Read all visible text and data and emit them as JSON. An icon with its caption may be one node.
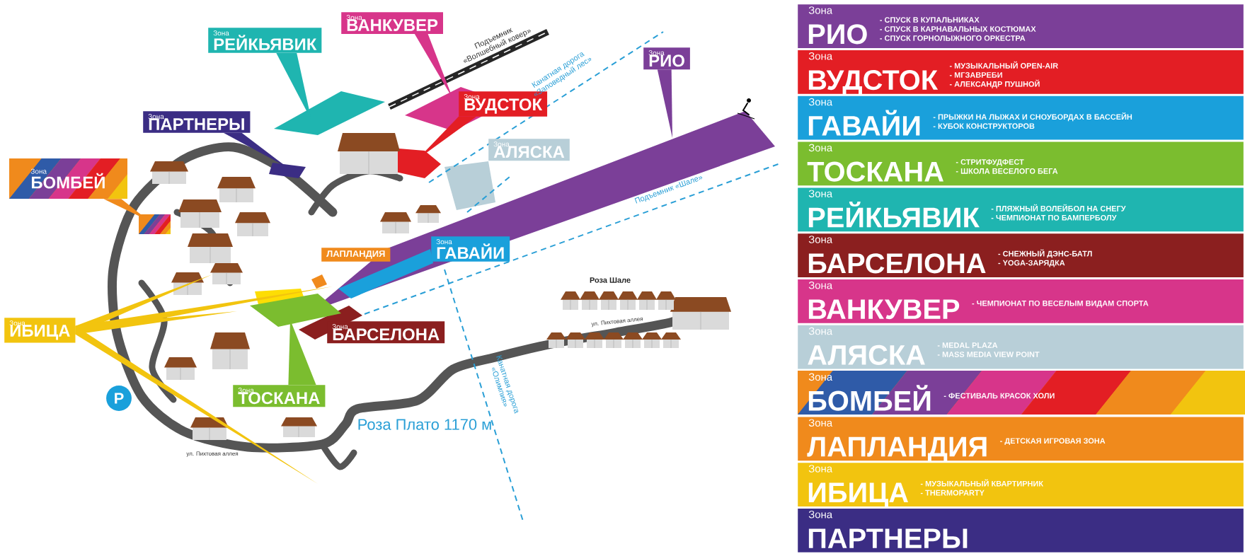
{
  "diagram": {
    "nodes": [
      {
        "text": [
          "Зона",
          "ВАНКУВЕР"
        ]
      },
      {
        "text": [
          "Зона",
          "РЕЙКЬЯВИК"
        ]
      },
      {
        "text": [
          "Зона",
          "РИО"
        ]
      },
      {
        "text": [
          "Зона",
          "ВУДСТОК"
        ]
      },
      {
        "text": [
          "Зона",
          "ПАРТНЕРЫ"
        ]
      },
      {
        "text": [
          "Зона",
          "АЛЯСКА"
        ]
      },
      {
        "text": [
          "Зона",
          "БОМБЕЙ"
        ]
      },
      {
        "text": [
          "Зона",
          "ГАВАЙИ"
        ]
      },
      {
        "text": [
          "ЛАПЛАНДИЯ"
        ]
      },
      {
        "text": [
          "Зона",
          "ИБИЦА"
        ]
      },
      {
        "text": [
          "Зона",
          "БАРСЕЛОНА"
        ]
      },
      {
        "text": [
          "Зона",
          "ТОСКАНА"
        ]
      },
      {
        "text": [
          "Зона",
          "РИО",
          "- СПУСК В КУПАЛЬНИКАХ",
          "- СПУСК В КАРНАВАЛЬНЫХ КОСТЮМАХ",
          "- СПУСК ГОРНОЛЫЖНОГО ОРКЕСТРА"
        ]
      },
      {
        "text": [
          "Зона",
          "ВУДСТОК",
          "- МУЗЫКАЛЬНЫЙ OPEN-AIR",
          "- МГЗАВРЕБИ",
          "- АЛЕКСАНДР ПУШНОЙ"
        ]
      },
      {
        "text": [
          "Зона",
          "ГАВАЙИ",
          "- ПРЫЖКИ НА ЛЫЖАХ И СНОУБОРДАХ В БАССЕЙН",
          "- КУБОК КОНСТРУКТОРОВ"
        ]
      },
      {
        "text": [
          "Зона",
          "ТОСКАНА",
          "- СТРИТФУДФЕСТ",
          "- ШКОЛА ВЕСЕЛОГО БЕГА"
        ]
      },
      {
        "text": [
          "Зона",
          "РЕЙКЬЯВИК",
          "- ПЛЯЖНЫЙ ВОЛЕЙБОЛ НА СНЕГУ",
          "- ЧЕМПИОНАТ ПО БАМПЕРБОЛУ"
        ]
      },
      {
        "text": [
          "Зона",
          "БАРСЕЛОНА",
          "- СНЕЖНЫЙ ДЭНС-БАТЛ",
          "- YOGA-ЗАРЯДКА"
        ]
      },
      {
        "text": [
          "Зона",
          "ВАНКУВЕР",
          "- ЧЕМПИОНАТ ПО ВЕСЕЛЫМ ВИДАМ СПОРТА"
        ]
      },
      {
        "text": [
          "Зона",
          "АЛЯСКА",
          "- MEDAL PLAZA",
          "- MASS MEDIA VIEW POINT"
        ]
      },
      {
        "text": [
          "Зона",
          "БОМБЕЙ",
          "- ФЕСТИВАЛЬ КРАСОК ХОЛИ"
        ]
      },
      {
        "text": [
          "Зона",
          "ЛАПЛАНДИЯ",
          "- ДЕТСКАЯ ИГРОВАЯ ЗОНА"
        ]
      },
      {
        "text": [
          "Зона",
          "ИБИЦА",
          "- МУЗЫКАЛЬНЫЙ КВАРТИРНИК",
          "- THERMOPARTY"
        ]
      },
      {
        "text": [
          "Зона",
          "ПАРТНЕРЫ"
        ]
      }
    ],
    "labels": [
      "Подъемник «Волшебный ковер»",
      "Канатная дорога «Заповедный лес»",
      "Подъемник «Шале»",
      "P",
      "Роза Шале",
      "ул. Пихтовая аллея",
      "Канатная дорога «Олимпия»",
      "Роза Плато 1170 м",
      "ул. Пихтовая аллея"
    ]
  }
}
